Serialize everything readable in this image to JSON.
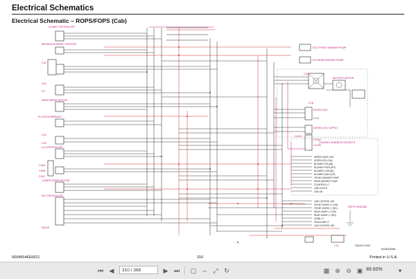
{
  "header": {
    "title": "Electrical Schematics",
    "subtitle": "Electrical Schematic – ROPS/FOPS (Cab)"
  },
  "footer": {
    "doc_number": "50946546E0621",
    "page_number": "310",
    "printed": "Printed in U.S.A.",
    "ref": "50316265A"
  },
  "left_components": [
    {
      "label": "CLEAR CONTROLLER"
    },
    {
      "label": "BRUSH/CLEARING CONTROL"
    },
    {
      "label": "C33",
      "color": "#c0187a"
    },
    {
      "label": "C15",
      "color": "#c0187a"
    },
    {
      "label": "C9",
      "color": "#c0187a"
    },
    {
      "label": "REAR WIPER MOTOR",
      "color": "#c0187a"
    },
    {
      "label": "FLOOR INTERRUPT",
      "color": "#c0187a"
    },
    {
      "label": "C34",
      "color": "#c0187a"
    },
    {
      "label": "C35",
      "color": "#c0187a"
    },
    {
      "label": "LH CONTROLLER",
      "color": "#c0187a"
    },
    {
      "label": "C34A",
      "color": "#c0187a"
    },
    {
      "label": "C34B",
      "color": "#c0187a"
    },
    {
      "label": "C34C",
      "color": "#c0187a"
    },
    {
      "label": "LOWER WIPER MOTOR",
      "color": "#c0187a"
    },
    {
      "label": "RH CONTROLLER",
      "color": "#c0187a"
    },
    {
      "label": "RADIO",
      "color": "#c0187a"
    }
  ],
  "right_components": [
    {
      "label": "C111 FRONT WASHER PUMP"
    },
    {
      "label": "C11 REAR WASHER PUMP"
    },
    {
      "label": "BATTERY MOTOR"
    },
    {
      "label": "C37"
    },
    {
      "label": "C7B"
    },
    {
      "label": "INTERLOCK",
      "color": "#c0187a"
    },
    {
      "label": "C110"
    },
    {
      "label": "INTERLOCK SUPPLY"
    },
    {
      "label": "C110A"
    },
    {
      "label": "C110B"
    },
    {
      "label": "C110C"
    },
    {
      "label": "CHASSIS HARNESS SOCKETS",
      "color": "#c0187a"
    },
    {
      "label": "ROPS GROUND",
      "color": "#c0187a"
    },
    {
      "label": "C13"
    },
    {
      "label": "RADIO FUSE"
    }
  ],
  "chassis_lines": [
    "WIPER DASH (YW)",
    "INTERLOCK (YW)",
    "BLOWER SW (DB)",
    "BLOWER FEED (RD)",
    "BLOWER LOW (BL)",
    "BLOWER HIGH (OR)",
    "FRONT WASHER PUMP",
    "REAR WASHER PUMP",
    "COURTESY LT",
    "CAB LIGHTS",
    "CAB ON"
  ],
  "lower_lines": [
    "CAB CONTROL SW",
    "FRONT WORK LT (YW)",
    "FRONT WORK LT (RD)",
    "REAR WORK LT (YW)",
    "REAR WORK LT (RD)",
    "DOME LT",
    "HEADLAMP LT",
    "CAB CONTROL SW"
  ],
  "viewer": {
    "page": "310 / 368",
    "zoom": "89.60%"
  },
  "colors": {
    "red": "#d42a2a",
    "magenta": "#c0187a",
    "black": "#222222",
    "toolbar": "#e9e9e9"
  }
}
